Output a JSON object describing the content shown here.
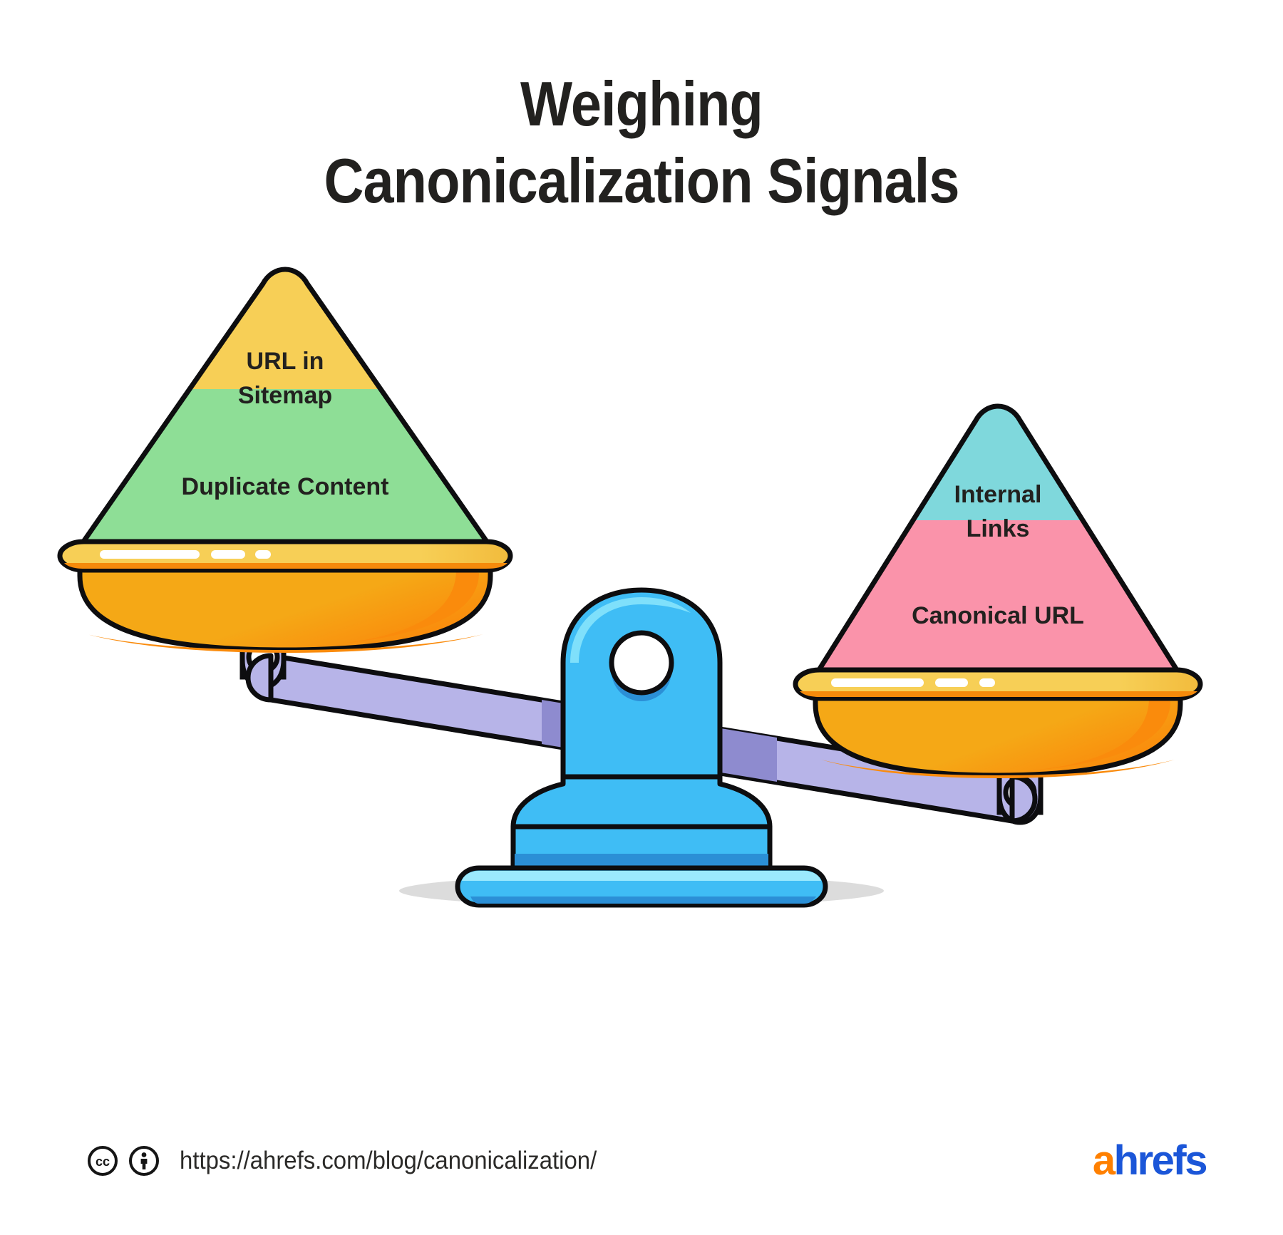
{
  "title": {
    "line1": "Weighing",
    "line2": "Canonicalization Signals"
  },
  "illustration": {
    "type": "balance-scale",
    "state": "left-side-heavier",
    "left_pan": {
      "name": "left-weight-stack",
      "segments": [
        {
          "label": "URL in Sitemap",
          "color": "#f7cf56",
          "order": 1
        },
        {
          "label": "Duplicate Content",
          "color": "#8ede96",
          "order": 2
        }
      ]
    },
    "right_pan": {
      "name": "right-weight-stack",
      "segments": [
        {
          "label": "Internal Links",
          "color": "#7fd8dc",
          "order": 1
        },
        {
          "label": "Canonical URL",
          "color": "#fa93aa",
          "order": 2
        }
      ]
    },
    "colors": {
      "outline": "#0d0d0f",
      "pan_bowl": "#f5a816",
      "pan_bowl_shade": "#fa8b0c",
      "pan_rim": "#f7cf56",
      "pan_rim_shade": "#f58a0b",
      "beam": "#b7b4e8",
      "beam_shade": "#8e8bcf",
      "post": "#3fbdf5",
      "post_light": "#7fe0fb",
      "post_shade": "#2b8fd6",
      "base_top": "#9be9fd",
      "shadow": "#dcdcdc"
    }
  },
  "footer": {
    "url": "https://ahrefs.com/blog/canonicalization/",
    "license_icons": [
      "cc-icon",
      "cc-by-person-icon"
    ],
    "brand": {
      "accent_letter": "a",
      "rest": "hrefs",
      "accent_color": "#ff8000",
      "text_color": "#1b56d8"
    }
  }
}
